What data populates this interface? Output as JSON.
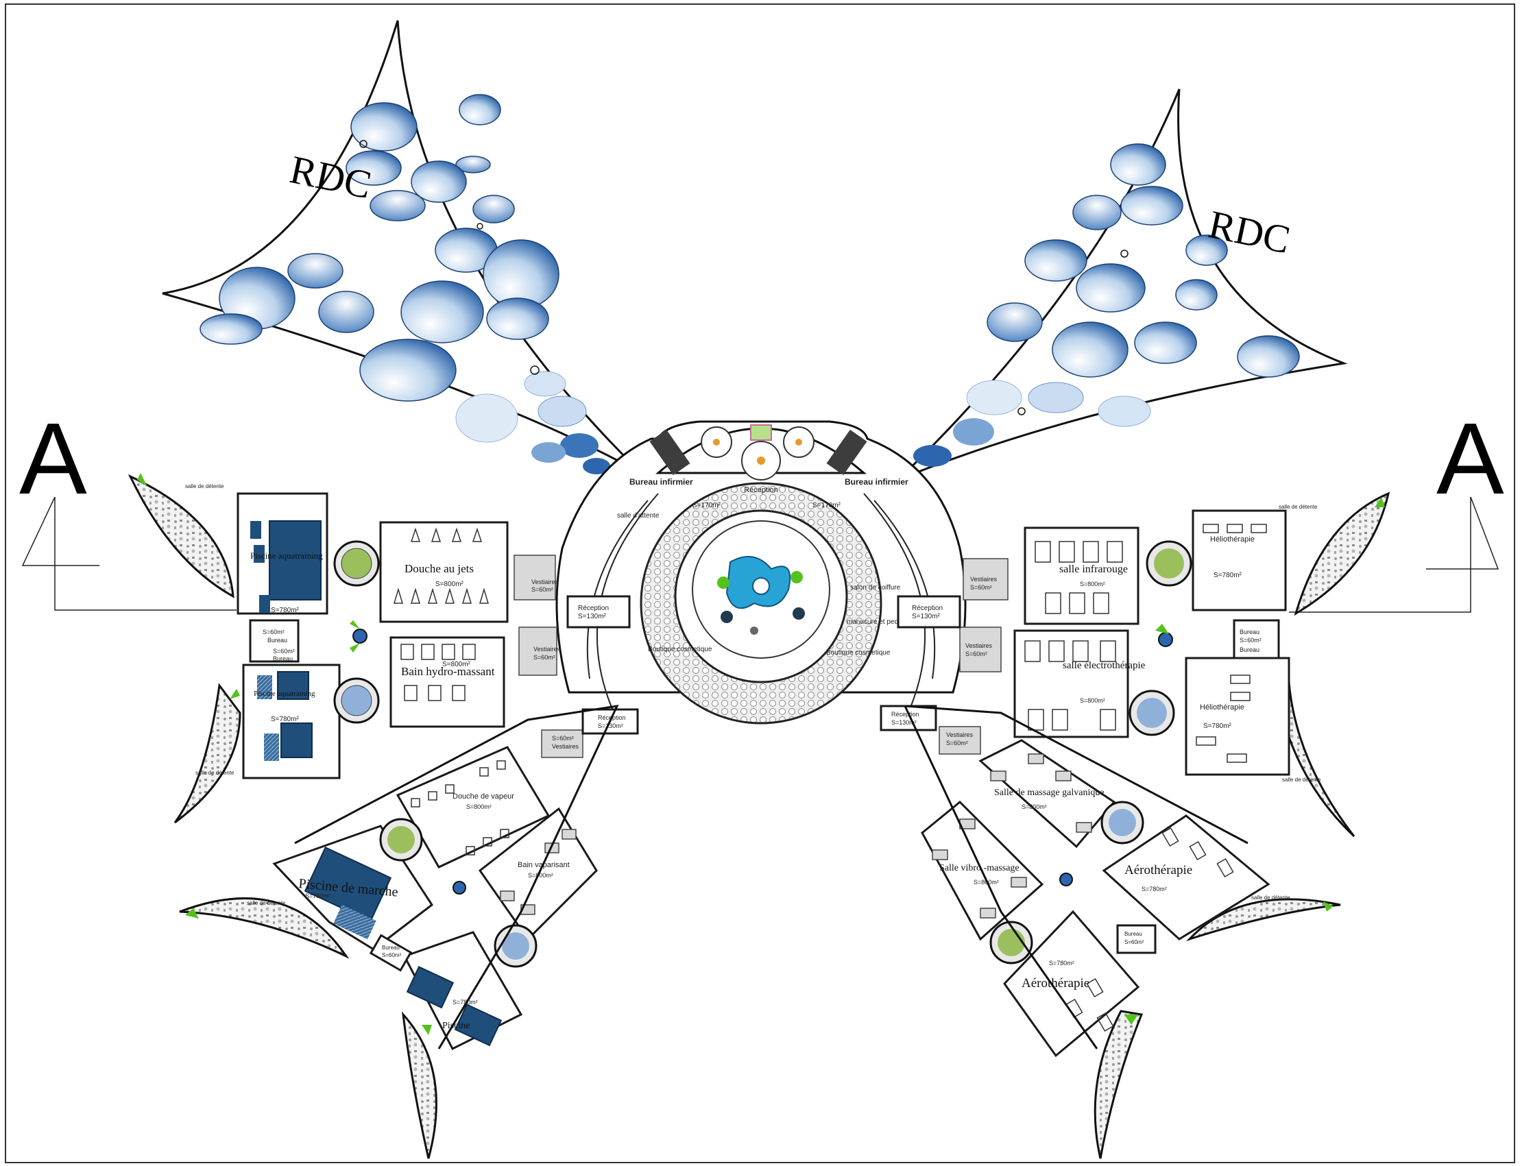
{
  "section_markers": {
    "left": "A",
    "right": "A"
  },
  "level_labels": {
    "left": "RDC",
    "right": "RDC"
  },
  "colors": {
    "pool_blue": "#1f4e7a",
    "bubble_blue": "#2f6aae",
    "bubble_light": "#d6e6f5",
    "green_accent": "#55c21b",
    "center_water": "#27a3d6",
    "garden_grey": "#bdbdbd"
  },
  "center": {
    "reception": "Réception",
    "area_left": "S=170m²",
    "area_right": "S=170m²",
    "bureau_infirmier_left": "Bureau infirmier",
    "bureau_infirmier_right": "Bureau infirmier",
    "salle_attente": "salle d'attente",
    "boutique_left": "Boutique cosmetique",
    "boutique_right": "Boutique cosmetique",
    "pedicure": "manucure et pedicure",
    "coiffure": "salon de coiffure"
  },
  "left_wing": {
    "top_row": {
      "pool": "Piscine aquatraining",
      "pool_area": "S=780m²",
      "douche": "Douche au jets",
      "douche_area": "S=800m²",
      "vestiaire": "Vestiaires",
      "vestiaire_area": "S=60m²",
      "reception": "Réception",
      "reception_area": "S=130m²",
      "bureau": "Bureau",
      "bureau_area": "S=60m²",
      "detente": "salle de détente"
    },
    "second_row": {
      "pool": "Piscine aquatraining",
      "pool_area": "S=780m²",
      "bain": "Bain hydro-massant",
      "bain_area": "S=800m²",
      "vestiaire": "Vestiaires",
      "vestiaire_area": "S=60m²",
      "bureau": "Bureau",
      "bureau_area": "S=60m²",
      "detente": "salle de détente"
    },
    "lower_arm": {
      "douche_vapeur": "Douche de vapeur",
      "douche_vapeur_area": "S=800m²",
      "bain_vapeur": "Bain vaparisant",
      "bain_vapeur_area": "S=800m²",
      "piscine_marche": "Piscine de marche",
      "piscine_marche_area": "S=780m²",
      "piscine_small": "Piscine",
      "piscine_small_area": "S=780m²",
      "reception": "Réception",
      "reception_area": "S=130m²",
      "vestiaire": "Vestiaires",
      "vestiaire_area": "S=60m²",
      "bureau": "Bureau",
      "bureau_area": "S=60m²",
      "detente": "salle de détente"
    }
  },
  "right_wing": {
    "top_row": {
      "salle": "salle infrarouge",
      "salle_area": "S=800m²",
      "helio": "Héliothérapie",
      "helio_area": "S=780m²",
      "vestiaire": "Vestiaires",
      "vestiaire_area": "S=60m²",
      "reception": "Réception",
      "reception_area": "S=130m²",
      "bureau": "Bureau",
      "bureau_area": "S=60m²",
      "detente": "salle de détente"
    },
    "second_row": {
      "salle": "salle électrothérapie",
      "salle_area": "S=800m²",
      "helio": "Héliothérapie",
      "helio_area": "S=780m²",
      "vestiaire": "Vestiaires",
      "vestiaire_area": "S=60m²",
      "bureau": "Bureau",
      "bureau_area": "S=60m²",
      "detente": "salle de détente"
    },
    "lower_arm": {
      "massage_galvanique": "Salle de massage galvanique",
      "massage_galvanique_area": "S=800m²",
      "vibro": "Salle vibro -massage",
      "vibro_area": "S=800m²",
      "aero_upper": "Aérothérapie",
      "aero_upper_area": "S=780m²",
      "aero_lower": "Aérothérapie",
      "aero_lower_area": "S=780m²",
      "reception": "Réception",
      "reception_area": "S=130m²",
      "vestiaire": "Vestiaires",
      "vestiaire_area": "S=60m²",
      "bureau": "Bureau",
      "bureau_area": "S=60m²",
      "detente": "salle de détente"
    }
  }
}
